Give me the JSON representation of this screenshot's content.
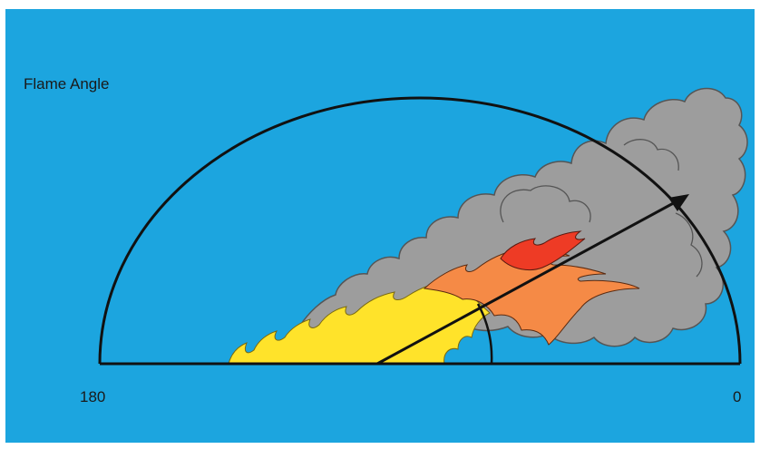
{
  "diagram": {
    "title": "Flame Angle",
    "axis": {
      "left_label": "180",
      "right_label": "0"
    },
    "colors": {
      "background": "#1ca5df",
      "smoke": "#9d9d9d",
      "flame_yellow": "#ffe32a",
      "flame_orange": "#f58a46",
      "flame_red": "#ee3b25",
      "outline": "#111111"
    },
    "elements": [
      "protractor-arc",
      "baseline",
      "smoke-plume",
      "flame",
      "angle-arrow",
      "angle-arc"
    ]
  }
}
